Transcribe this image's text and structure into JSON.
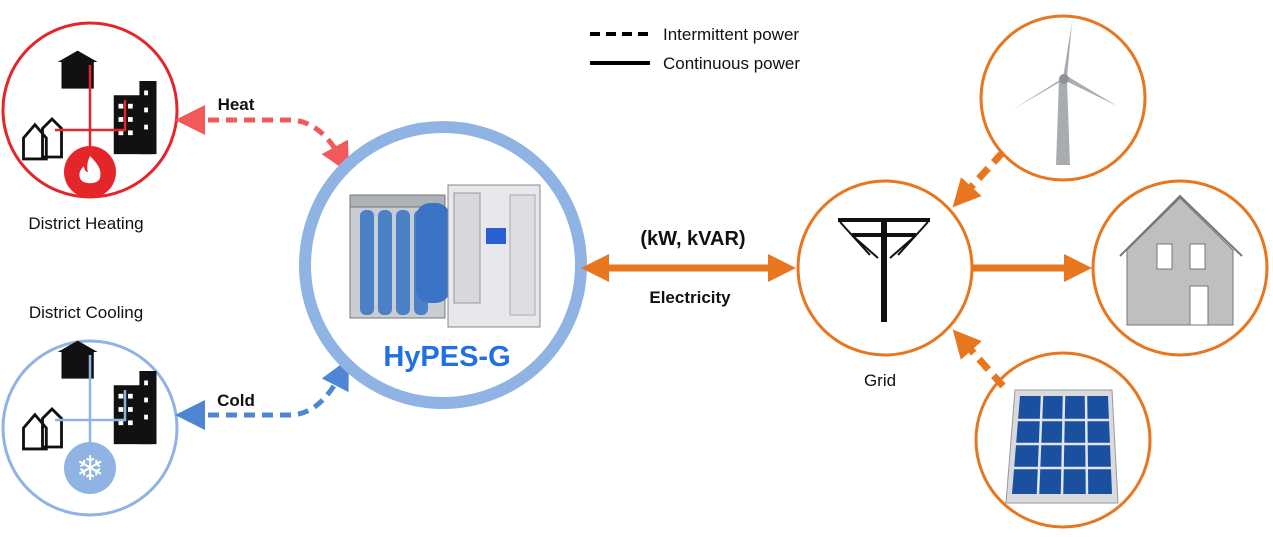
{
  "legend": {
    "intermittent": "Intermittent power",
    "continuous": "Continuous power"
  },
  "nodes": {
    "heating": "District Heating",
    "cooling": "District Cooling",
    "center": "HyPES-G",
    "grid": "Grid"
  },
  "flows": {
    "heat": "Heat",
    "cold": "Cold",
    "electricity_units": "(kW, kVAR)",
    "electricity": "Electricity"
  },
  "colors": {
    "heat": "#e4262b",
    "cold": "#8fb4e3",
    "cold_arrow": "#4f86d4",
    "center_ring": "#8fb4e3",
    "center_text": "#1f6fe6",
    "orange": "#e8761e"
  }
}
